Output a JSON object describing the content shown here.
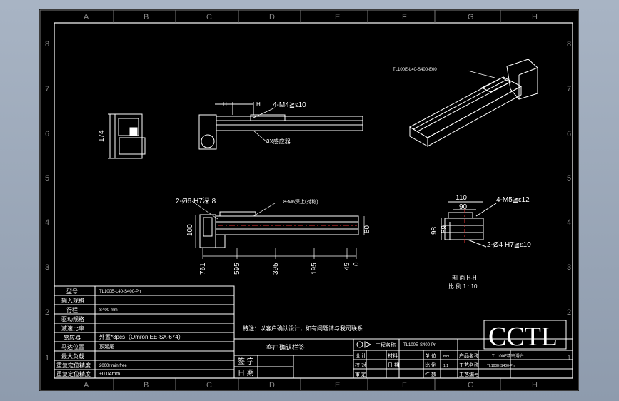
{
  "border": {
    "col_labels": [
      "A",
      "B",
      "C",
      "D",
      "E",
      "F",
      "G",
      "H"
    ],
    "row_labels": [
      "8",
      "7",
      "6",
      "5",
      "4",
      "3",
      "2",
      "1"
    ]
  },
  "views": {
    "side": {
      "dim_174": "174"
    },
    "top": {
      "h_mark": "H",
      "h_mark_right": "H",
      "m4": "4-M4≧ε10",
      "sensor": "3X感应器"
    },
    "iso": {
      "model_callout": "TL100E-L40-S400-E00"
    },
    "front": {
      "hole_callout": "2-Ø6 H7深 8",
      "slot_callout": "8-M6深上(对称)",
      "dim_100": "100",
      "dim_80": "80",
      "bottom_dims": [
        "761",
        "595",
        "395",
        "195",
        "45",
        "0"
      ]
    },
    "section": {
      "dim_110": "110",
      "dim_90": "90",
      "m5": "4-M5≧ε12",
      "dim_98": "98",
      "dim_89": "89",
      "pin": "2-Ø4 H7≧ε10",
      "title": "剖 面 H-H",
      "scale": "比 例 1 : 10"
    }
  },
  "spec_table": {
    "rows": [
      {
        "label": "型号",
        "value": "TL100E-L40-S400-Pn"
      },
      {
        "label": "输入规格",
        "value": ""
      },
      {
        "label": "行程",
        "value": "S400 mm"
      },
      {
        "label": "驱动规格",
        "value": ""
      },
      {
        "label": "减速比率",
        "value": ""
      },
      {
        "label": "感应器",
        "value": "外置*3pcs（Omron EE-SX-674）"
      },
      {
        "label": "马达位置",
        "value": "顶延尾"
      },
      {
        "label": "最大负载",
        "value": ""
      },
      {
        "label": "重复定位精度",
        "value": "2000r min free"
      },
      {
        "label": "重复定位精度",
        "value": "±0.04mm"
      }
    ]
  },
  "notes": {
    "note": "特注：以客户确认设计，如有问题请与我司联系",
    "confirm": "客户确认栏签",
    "sign": "签 字",
    "date": "日 期"
  },
  "title_block": {
    "logo": "CCTL",
    "drawing_name_label": "工程名称",
    "drawing_no": "TL100E-S400-Pn",
    "product_name": "TL100E精密滑台",
    "part_no": "TL100E-S400-Pn",
    "cells": {
      "design": "设 计",
      "check": "校 对",
      "approve": "审 定",
      "date": "日 期",
      "unit": "单 位",
      "scale": "比 例",
      "qty": "件 数",
      "material": "材料",
      "product": "产品名称",
      "proc1": "工艺名称",
      "proc2": "工艺编号",
      "unit_val": "mm",
      "scale_val": "1:1"
    }
  }
}
